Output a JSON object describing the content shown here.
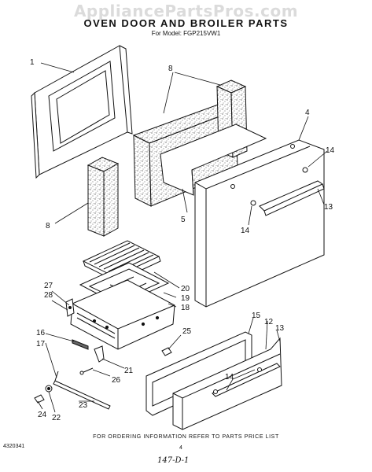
{
  "watermark": "AppliancePartsPros.com",
  "title": "OVEN DOOR AND BROILER PARTS",
  "model_line": "For Model: FGP215VW1",
  "footer_note": "FOR ORDERING INFORMATION REFER TO PARTS PRICE LIST",
  "diagram_code": "4320341",
  "page_number": "4",
  "handwritten_note": "147-D-1",
  "callouts": {
    "c1": "1",
    "c8a": "8",
    "c8b": "8",
    "c4": "4",
    "c14a": "14",
    "c13a": "13",
    "c5": "5",
    "c14b": "14",
    "c20": "20",
    "c19": "19",
    "c18": "18",
    "c27": "27",
    "c28": "28",
    "c16": "16",
    "c17": "17",
    "c25": "25",
    "c21": "21",
    "c26": "26",
    "c23": "23",
    "c24": "24",
    "c22": "22",
    "c15": "15",
    "c12": "12",
    "c13b": "13",
    "c14c": "14"
  }
}
